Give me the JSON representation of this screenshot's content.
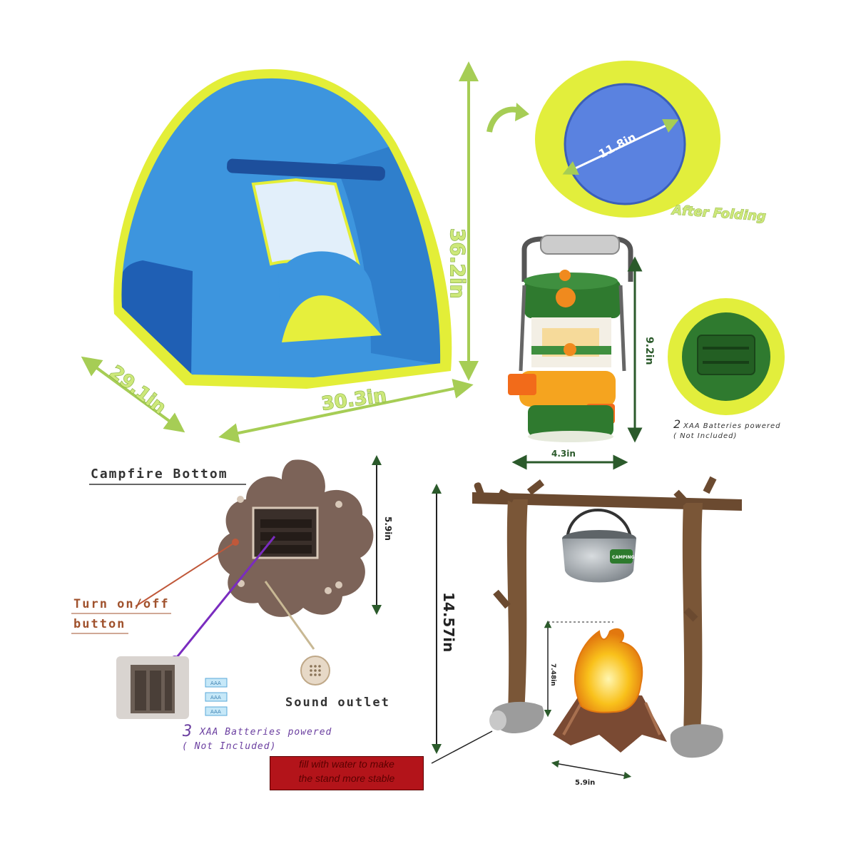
{
  "tent": {
    "height": "36.2in",
    "width": "30.3in",
    "depth": "29.1in"
  },
  "folded": {
    "diameter": "11.8in",
    "caption": "After Folding"
  },
  "lantern": {
    "height": "9.2in",
    "width": "4.3in",
    "battery_count": "2",
    "battery_text": "XAA Batteries powered",
    "battery_note": "( Not Included)"
  },
  "campfire_bottom": {
    "title": "Campfire Bottom",
    "height": "5.9in",
    "switch_label_line1": "Turn on/off",
    "switch_label_line2": "button",
    "sound_label": "Sound outlet",
    "battery_count": "3",
    "battery_text": "XAA Batteries powered",
    "battery_note": "( Not Included)",
    "battery_icon_label": "AAA"
  },
  "stand": {
    "height": "14.57in",
    "fire_height": "7.48in",
    "fire_width": "5.9in",
    "pot_label": "CAMPING",
    "warning_line1": "fill with water to make",
    "warning_line2": "the stand more stable"
  },
  "colors": {
    "tent_blue": "#3a8ed8",
    "tent_yellow": "#e7ef3a",
    "dimension_green": "#a6cd55",
    "lantern_green": "#2d7a2d",
    "lantern_orange": "#f08a1e"
  }
}
